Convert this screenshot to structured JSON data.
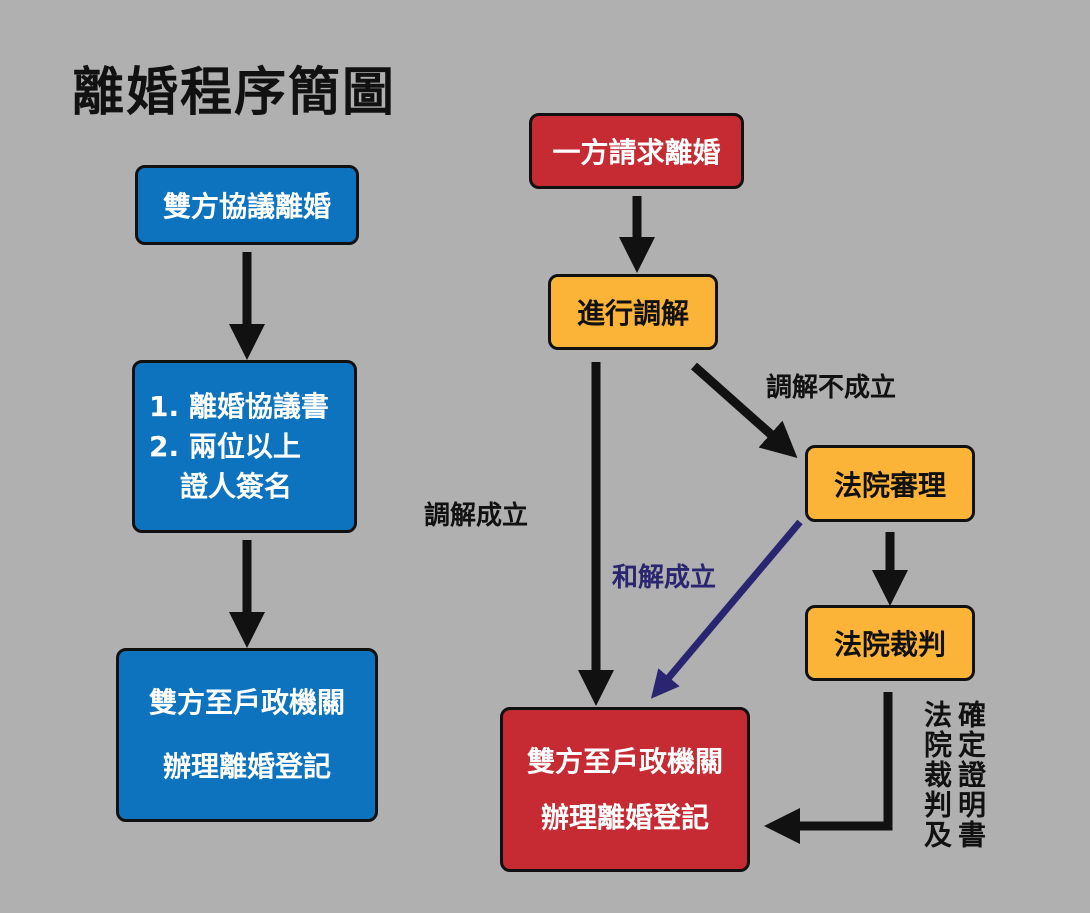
{
  "title": "離婚程序簡圖",
  "left": {
    "mutual": "雙方協議離婚",
    "docs": {
      "line1": "1. 離婚協議書",
      "line2": "2. 兩位以上",
      "line3": "證人簽名"
    },
    "register": {
      "line1": "雙方至戶政機關",
      "line2": "辦理離婚登記"
    }
  },
  "right": {
    "request": "一方請求離婚",
    "mediation": "進行調解",
    "trial": "法院審理",
    "judgment": "法院裁判",
    "register": {
      "line1": "雙方至戶政機關",
      "line2": "辦理離婚登記"
    }
  },
  "labels": {
    "mediation_fail": "調解不成立",
    "mediation_success": "調解成立",
    "settlement": "和解成立",
    "confirmation_col1": "確定證明書",
    "confirmation_col2": "法院裁判及"
  },
  "colors": {
    "blue": "#0e73bf",
    "red": "#c62a32",
    "orange": "#fbb437",
    "background": "#b0b0b0",
    "settle_arrow": "#2a2570"
  }
}
